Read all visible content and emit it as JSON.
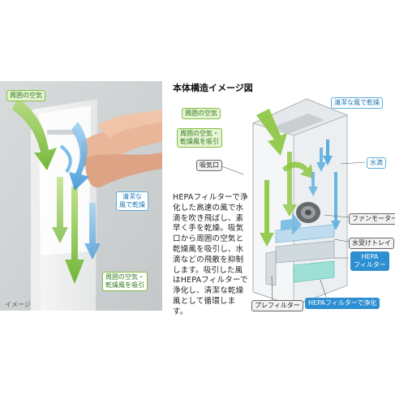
{
  "left_photo": {
    "labels": {
      "ambient_air": "周囲の空気",
      "clean_air_1": "清潔な",
      "clean_air_2": "風で乾燥",
      "exhaust_1": "周囲の空気・",
      "exhaust_2": "乾燥風を吸引"
    },
    "caption": "イメージ"
  },
  "diagram": {
    "heading": "本体構造イメージ図",
    "labels": {
      "ambient_air": "周囲の空気",
      "intake_1": "周囲の空気・",
      "intake_2": "乾燥風を吸引",
      "intake_port": "吸気口",
      "clean_air": "清潔な風で乾燥",
      "water_drop": "水滴",
      "fan_motor": "ファンモーター",
      "water_tray": "水受けトレイ",
      "hepa_1": "HEPA",
      "hepa_2": "フィルター",
      "prefilter": "プレフィルター",
      "hepa_purify": "HEPAフィルターで浄化"
    },
    "description": "HEPAフィルターで浄化した高速の風で水滴を吹き飛ばし、素早く手を乾燥。吸気口から周囲の空気と乾燥風を吸引し、水滴などの飛散を抑制します。吸引した風はHEPAフィルターで浄化し、清潔な乾燥風として循環します。"
  },
  "colors": {
    "green_arrow": "#8cc63f",
    "blue_arrow": "#5aaedf",
    "label_green": "#2f7a1d",
    "label_blue": "#1a74b5"
  }
}
